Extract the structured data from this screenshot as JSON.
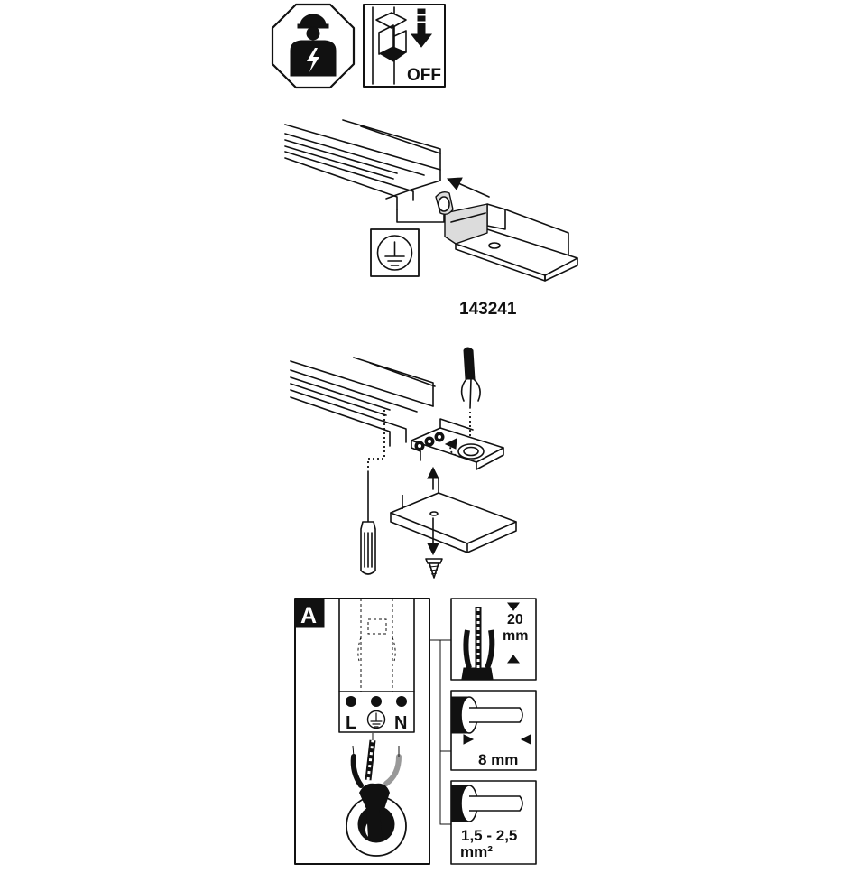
{
  "header_icons": {
    "electrician_icon": "electrician-icon",
    "power_off_icon": "power-off-icon",
    "off_label": "OFF"
  },
  "step1": {
    "product_code": "143241",
    "earth_icon": "earth-ground-icon"
  },
  "step2": {},
  "panel_a": {
    "letter": "A",
    "terminal_labels": {
      "L": "L",
      "N": "N"
    },
    "strip_length": {
      "value": "20",
      "unit": "mm"
    },
    "insulation_strip": "8 mm",
    "cross_section": {
      "range": "1,5 - 2,5",
      "unit": "mm²"
    }
  }
}
